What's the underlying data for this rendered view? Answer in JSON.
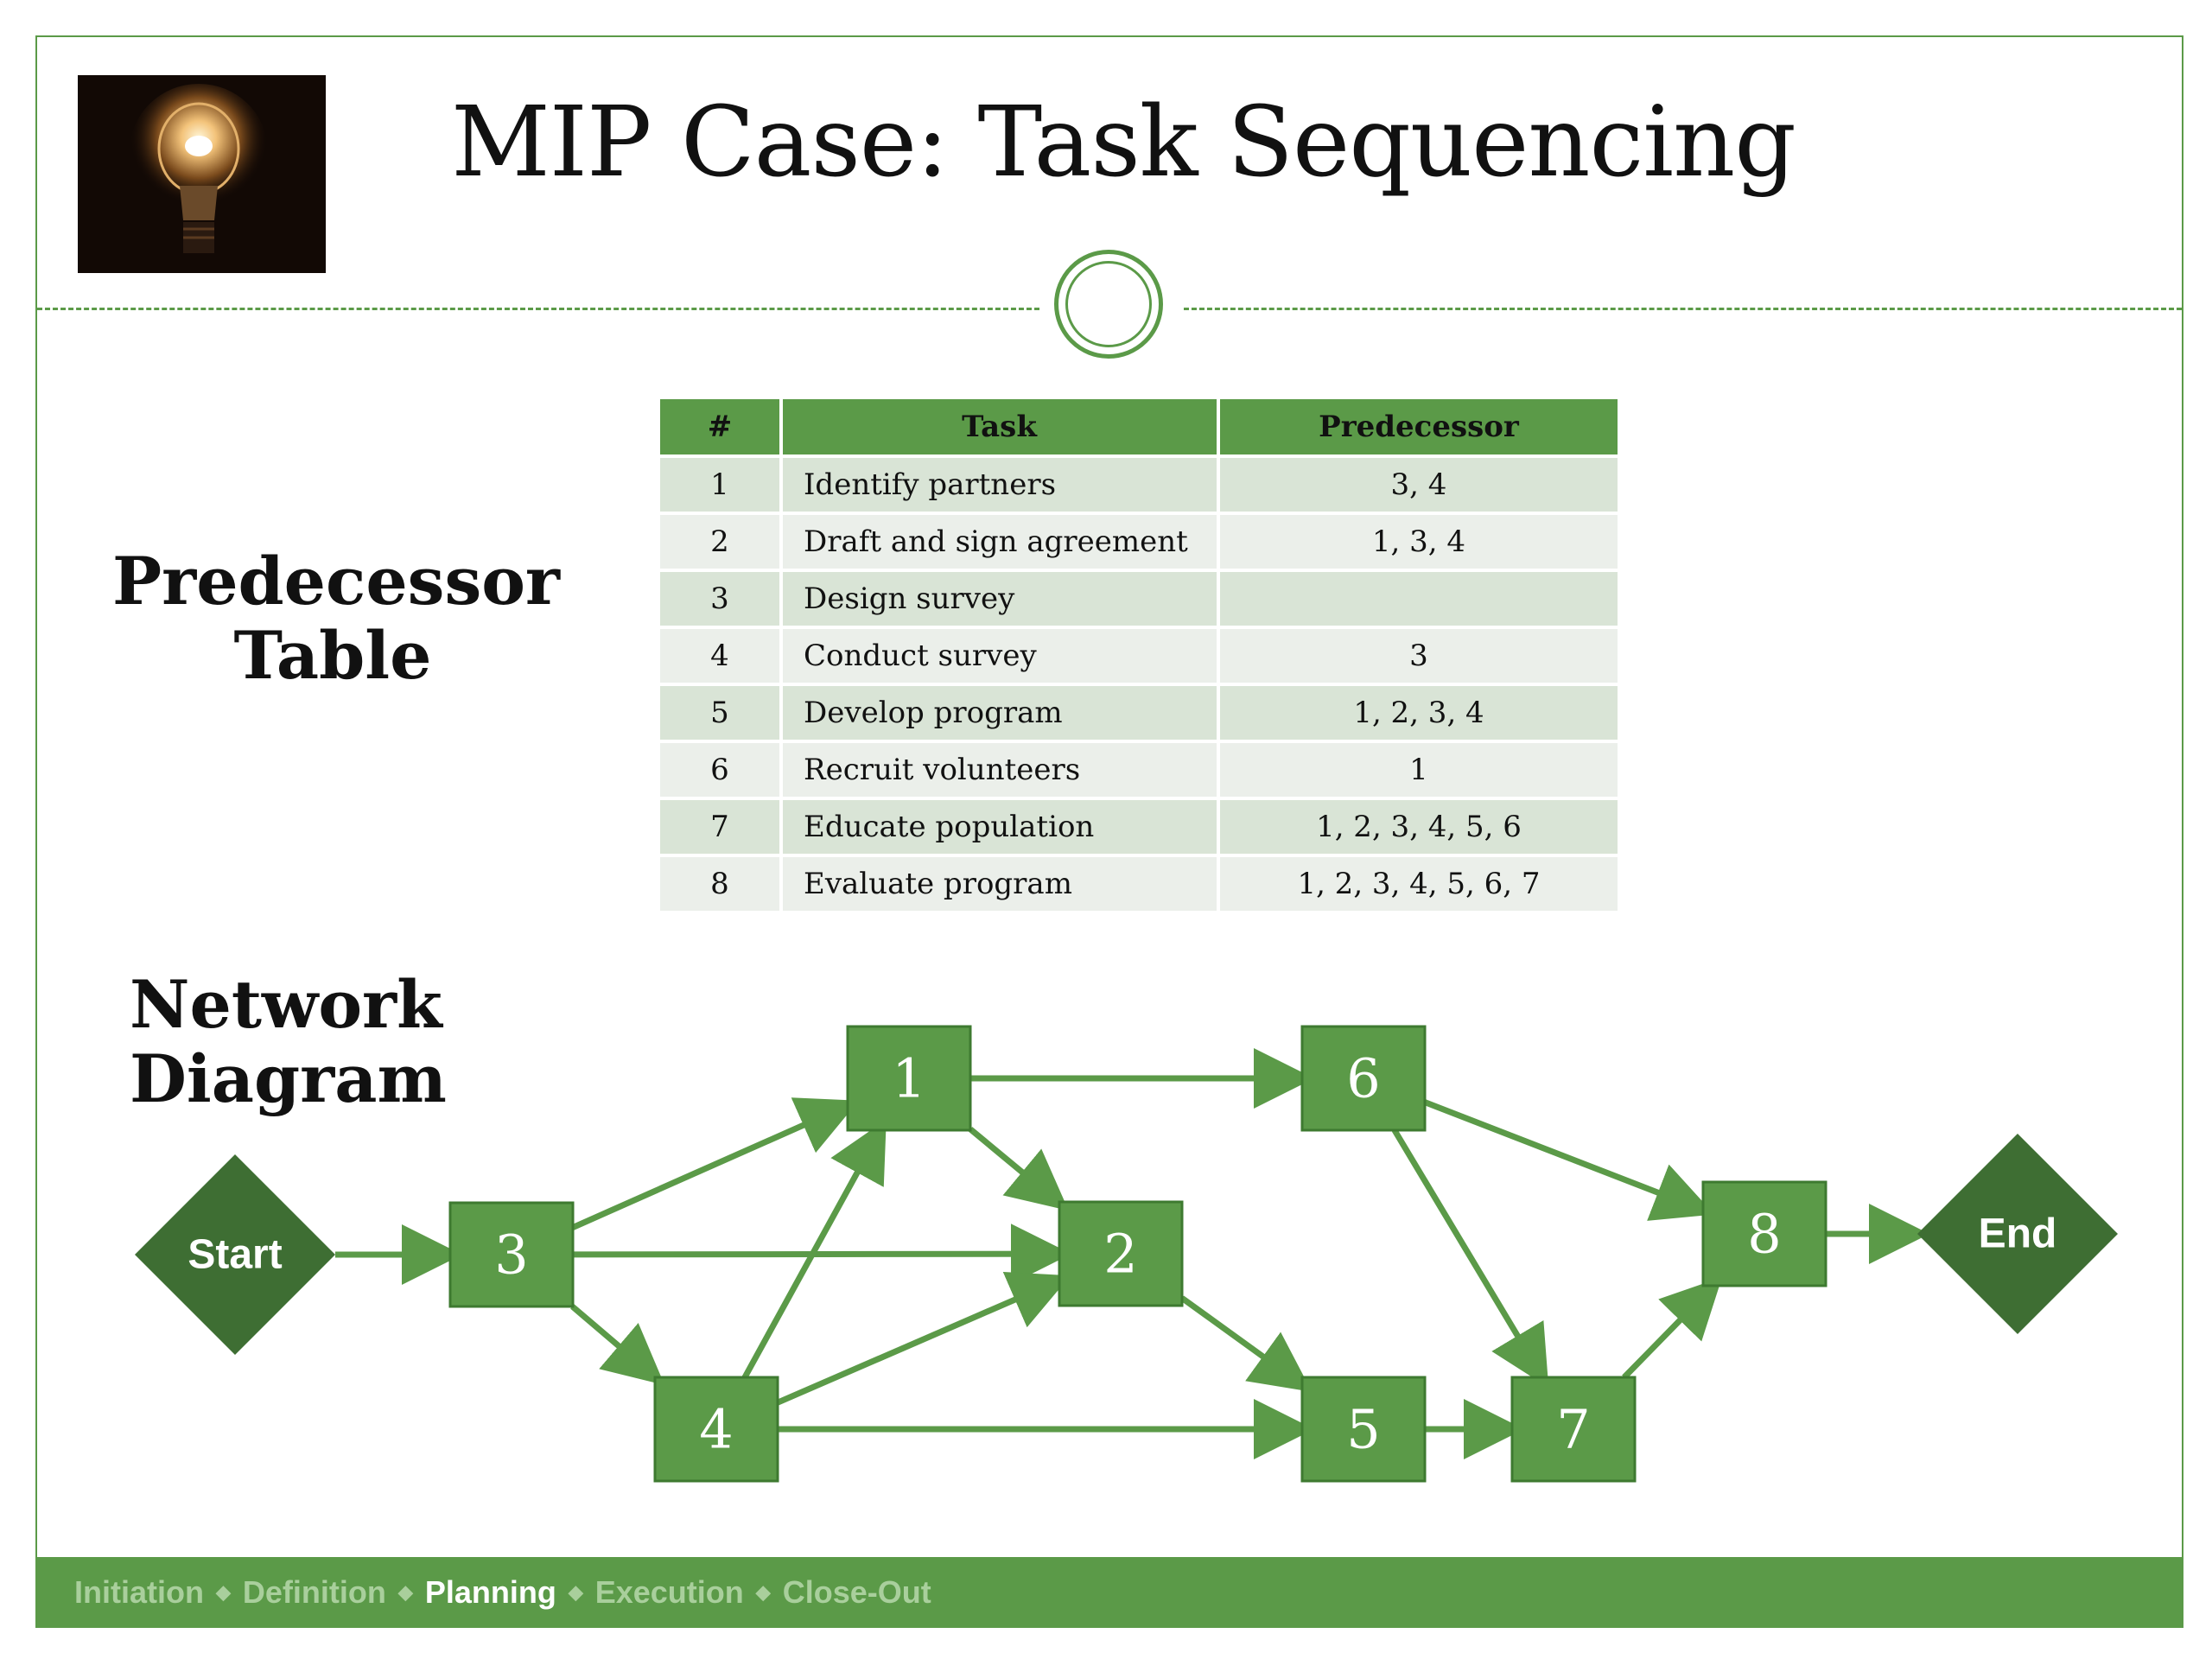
{
  "slide": {
    "title": "MIP Case: Task Sequencing",
    "predecessor_label": [
      "Predecessor",
      "Table"
    ],
    "network_label": [
      "Network",
      "Diagram"
    ]
  },
  "table": {
    "headers": [
      "#",
      "Task",
      "Predecessor"
    ],
    "rows": [
      {
        "num": "1",
        "task": "Identify partners",
        "pred": "3, 4"
      },
      {
        "num": "2",
        "task": "Draft and sign agreement",
        "pred": "1, 3, 4"
      },
      {
        "num": "3",
        "task": "Design survey",
        "pred": ""
      },
      {
        "num": "4",
        "task": "Conduct survey",
        "pred": "3"
      },
      {
        "num": "5",
        "task": "Develop program",
        "pred": "1, 2, 3, 4"
      },
      {
        "num": "6",
        "task": "Recruit volunteers",
        "pred": "1"
      },
      {
        "num": "7",
        "task": "Educate population",
        "pred": "1, 2, 3, 4, 5, 6"
      },
      {
        "num": "8",
        "task": "Evaluate program",
        "pred": "1, 2, 3, 4, 5, 6, 7"
      }
    ]
  },
  "network": {
    "nodes": [
      {
        "id": "start",
        "label": "Start",
        "shape": "diamond"
      },
      {
        "id": "3",
        "label": "3",
        "shape": "box"
      },
      {
        "id": "1",
        "label": "1",
        "shape": "box"
      },
      {
        "id": "4",
        "label": "4",
        "shape": "box"
      },
      {
        "id": "2",
        "label": "2",
        "shape": "box"
      },
      {
        "id": "6",
        "label": "6",
        "shape": "box"
      },
      {
        "id": "5",
        "label": "5",
        "shape": "box"
      },
      {
        "id": "7",
        "label": "7",
        "shape": "box"
      },
      {
        "id": "8",
        "label": "8",
        "shape": "box"
      },
      {
        "id": "end",
        "label": "End",
        "shape": "diamond"
      }
    ],
    "edges": [
      [
        "start",
        "3"
      ],
      [
        "3",
        "1"
      ],
      [
        "3",
        "2"
      ],
      [
        "3",
        "4"
      ],
      [
        "4",
        "1"
      ],
      [
        "4",
        "2"
      ],
      [
        "4",
        "5"
      ],
      [
        "1",
        "6"
      ],
      [
        "1",
        "2"
      ],
      [
        "2",
        "5"
      ],
      [
        "6",
        "8"
      ],
      [
        "6",
        "7"
      ],
      [
        "5",
        "7"
      ],
      [
        "7",
        "8"
      ],
      [
        "8",
        "end"
      ]
    ]
  },
  "footer": {
    "phases": [
      "Initiation",
      "Definition",
      "Planning",
      "Execution",
      "Close-Out"
    ],
    "active": "Planning",
    "separator": "◆"
  },
  "colors": {
    "accent": "#5b9a48",
    "node_dark": "#3e6e33",
    "row_odd": "#d9e4d6",
    "row_even": "#ebefea"
  }
}
